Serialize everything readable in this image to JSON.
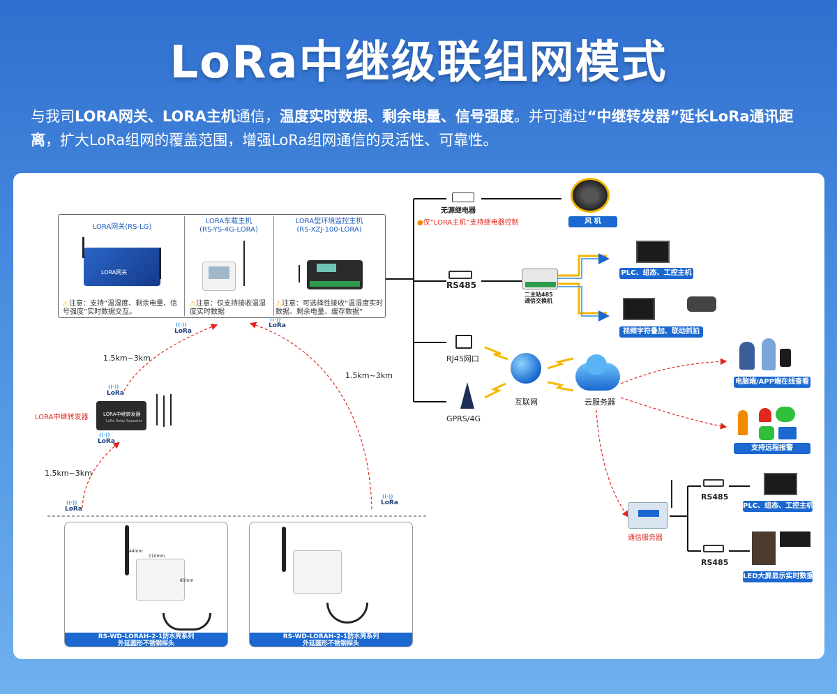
{
  "title": "LoRa中继级联组网模式",
  "intro": {
    "p1": "与我司",
    "b1": "LORA网关、LORA主机",
    "p2": "通信，",
    "b2": "温度实时数据、剩余电量、信号强度",
    "p3": "。并可通过",
    "b3": "“中继转发器”延长LoRa通讯距离",
    "p4": "，扩大LoRa组网的覆盖范围，增强LoRa组网通信的灵活性、可靠性。"
  },
  "hosts": [
    {
      "title": "LORA网关(RS-LG)",
      "device_label": "LORA网关",
      "note": "注意：支持“温湿度、剩余电量、信号强度”实时数据交互。"
    },
    {
      "title": "LORA车载主机\n(RS-YS-4G-LORA)",
      "note": "注意：仅支持接收温湿度实时数据"
    },
    {
      "title": "LORA型环境监控主机\n(RS-XZJ-100-LORA)",
      "note": "注意：可选择性接收“温湿度实时数据、剩余电量、缓存数据”"
    }
  ],
  "relay": {
    "label": "LORA中继转发器",
    "device_label": "LORA中继转发器",
    "device_sublabel": "LoRa Relay Repeater"
  },
  "distances": {
    "d1": "1.5km~3km",
    "d2": "1.5km~3km",
    "d3": "1.5km~3km"
  },
  "lora_logo": "LoRa",
  "interfaces": {
    "relay_label": "无源继电器",
    "relay_note": "仅“LORA主机”支持继电器控制",
    "fan_label": "风 机",
    "rs485": "RS485",
    "converter_label": "二主站485\n通信交换机",
    "plc_label": "PLC、组态、工控主机",
    "video_label": "视频字符叠加、联动抓拍",
    "rj45": "RJ45网口",
    "gprs": "GPRS/4G",
    "internet": "互联网",
    "cloud": "云服务器",
    "app_label": "电脑端/APP端在线查看",
    "alarm_label": "支持远程报警",
    "comm_server": "通信服务器",
    "comm_device": "通信服务器",
    "rs485_a": "RS485",
    "rs485_b": "RS485",
    "plc_label_2": "PLC、组态、工控主机",
    "led_label": "LED大屏显示实时数据"
  },
  "sensors": [
    {
      "label": "RS-WD-LORAH-2-1防水壳系列\n外延圆形不锈钢探头",
      "dim_w": "110mm",
      "dim_h": "85mm",
      "dim_t": "44mm"
    },
    {
      "label": "RS-WD-LORAH-2-1防水壳系列\n外延圆形不锈钢探头"
    }
  ]
}
